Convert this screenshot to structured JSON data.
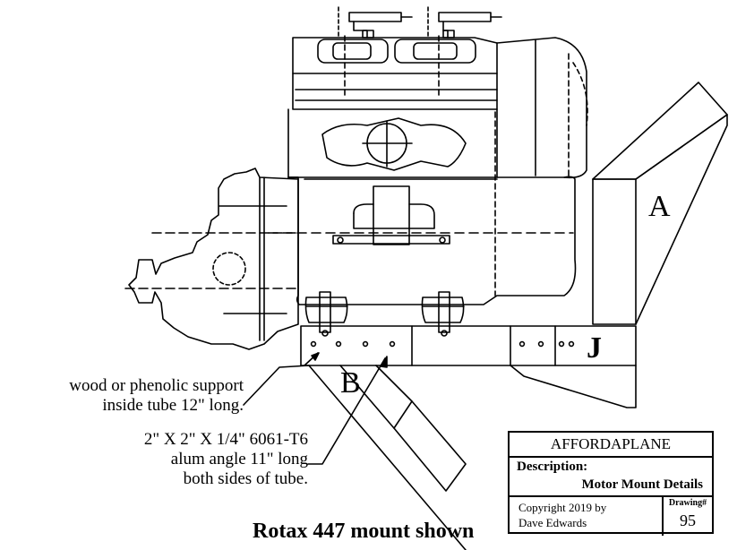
{
  "labels": {
    "support_callout": [
      "wood or phenolic support",
      "inside tube 12\" long."
    ],
    "angle_callout": [
      "2\" X 2\" X 1/4\" 6061-T6",
      "alum angle 11\" long",
      "both sides of tube."
    ],
    "letter_a": "A",
    "letter_b": "B",
    "letter_j": "J",
    "caption": "Rotax 447 mount shown"
  },
  "title_block": {
    "company": "AFFORDAPLANE",
    "description_label": "Description:",
    "description_value": "Motor Mount Details",
    "copyright": "Copyright 2019 by\nDave Edwards",
    "drawing_label": "Drawing#",
    "drawing_number": "95"
  }
}
